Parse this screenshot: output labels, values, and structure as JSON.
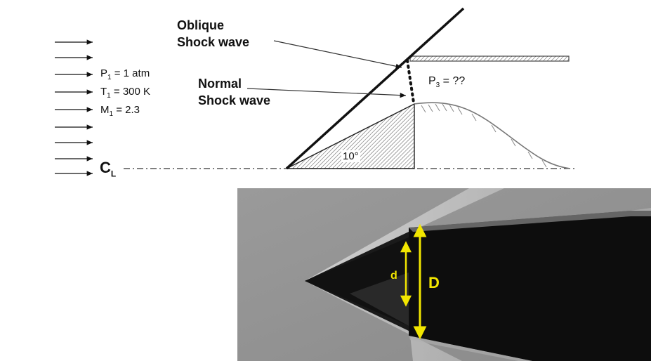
{
  "labels": {
    "oblique_line1": "Oblique",
    "oblique_line2": "Shock wave",
    "normal_line1": "Normal",
    "normal_line2": "Shock wave",
    "p3": "P",
    "p3_sub": "3",
    "p3_value": " = ??",
    "angle": "10°",
    "centerline": "C",
    "centerline_sub": "L"
  },
  "conditions": [
    {
      "sym": "P",
      "sub": "1",
      "value": " = 1 atm"
    },
    {
      "sym": "T",
      "sub": "1",
      "value": " = 300 K"
    },
    {
      "sym": "M",
      "sub": "1",
      "value": " = 2.3"
    }
  ],
  "photo": {
    "small_dim": "d",
    "large_dim": "D",
    "annotation_color": "#f2e600"
  }
}
